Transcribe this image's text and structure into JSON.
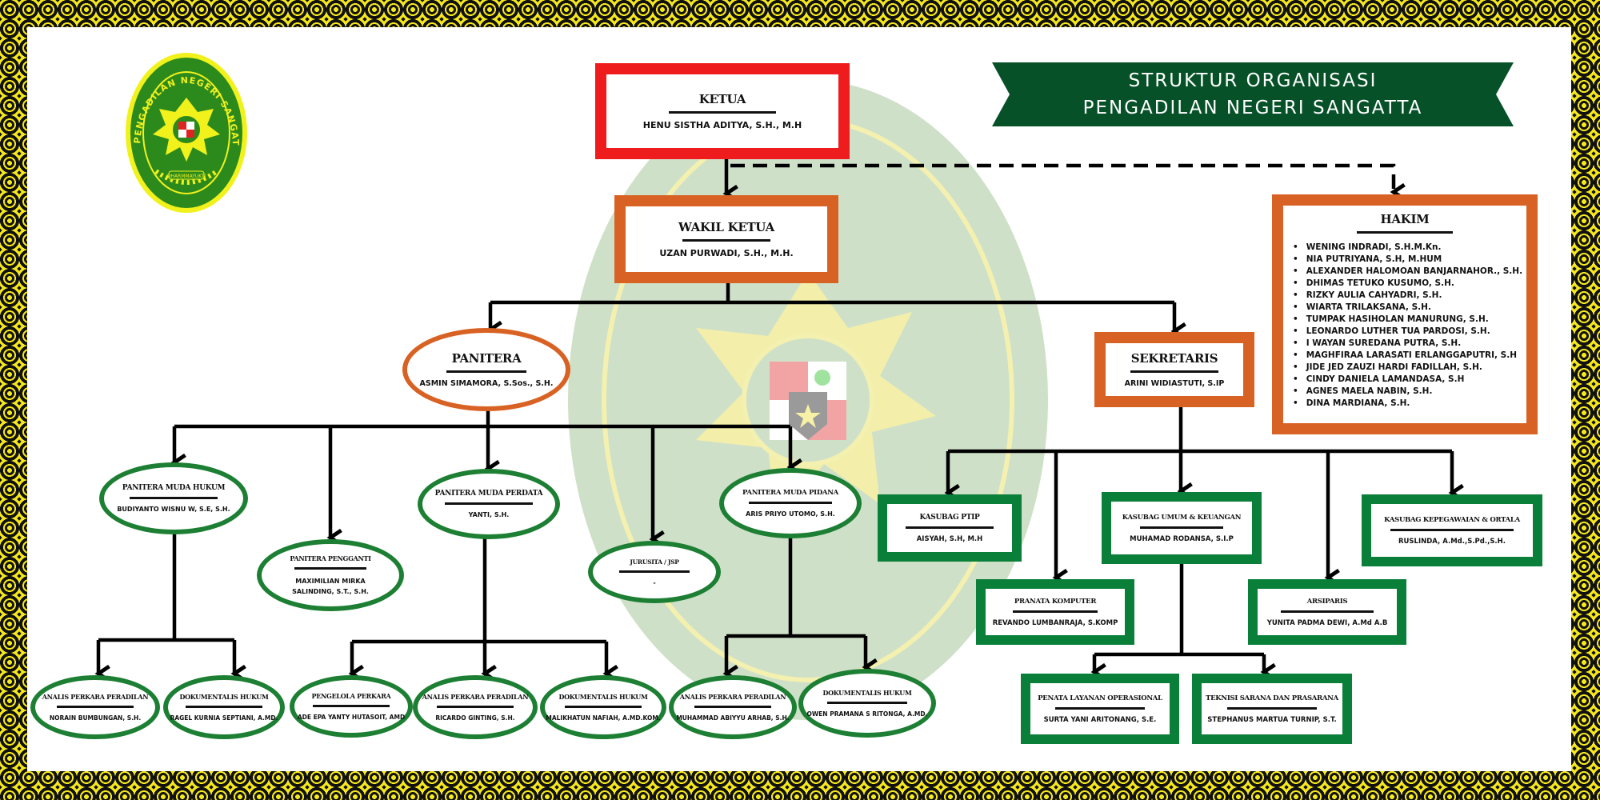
{
  "banner": {
    "line1": "STRUKTUR ORGANISASI",
    "line2": "PENGADILAN NEGERI SANGATTA",
    "color": "#065128"
  },
  "logo": {
    "arc_text": "PENGADILAN NEGERI SANGATTA",
    "motto": "DHARMMAYUKTI"
  },
  "colors": {
    "ketua_border": "#ee1c1c",
    "senior_border": "#d86224",
    "staff_border": "#0a7f3a",
    "frame_pattern": "#f5e81c"
  },
  "nodes": {
    "ketua": {
      "title": "KETUA",
      "name": "HENU SISTHA ADITYA, S.H., M.H"
    },
    "wakil_ketua": {
      "title": "WAKIL KETUA",
      "name": "UZAN PURWADI, S.H., M.H."
    },
    "hakim": {
      "title": "HAKIM",
      "members": [
        "WENING INDRADI, S.H.M.Kn.",
        "NIA PUTRIYANA, S.H, M.HUM",
        "ALEXANDER HALOMOAN BANJARNAHOR., S.H.",
        "DHIMAS TETUKO KUSUMO, S.H.",
        "RIZKY AULIA CAHYADRI, S.H.",
        "WIARTA TRILAKSANA, S.H.",
        "TUMPAK HASIHOLAN MANURUNG, S.H.",
        "LEONARDO LUTHER TUA PARDOSI, S.H.",
        "I WAYAN SUREDANA PUTRA, S.H.",
        "MAGHFIRAA LARASATI ERLANGGAPUTRI, S.H",
        "JIDE JED ZAUZI HARDI FADILLAH, S.H.",
        "CINDY DANIELA LAMANDASA, S.H",
        "AGNES MAELA NABIN, S.H.",
        "DINA MARDIANA, S.H."
      ]
    },
    "panitera": {
      "title": "PANITERA",
      "name": "ASMIN SIMAMORA, S.Sos., S.H."
    },
    "sekretaris": {
      "title": "SEKRETARIS",
      "name": "ARINI WIDIASTUTI, S.IP"
    },
    "pm_hukum": {
      "title": "PANITERA MUDA HUKUM",
      "name": "BUDIYANTO WISNU W, S.E, S.H."
    },
    "panitera_pengganti": {
      "title": "PANITERA PENGGANTI",
      "name": "MAXIMILIAN MIRKA SALINDING, S.T., S.H."
    },
    "pm_perdata": {
      "title": "PANITERA MUDA PERDATA",
      "name": "YANTI, S.H."
    },
    "jurusita": {
      "title": "JURUSITA / JSP",
      "name": "-"
    },
    "pm_pidana": {
      "title": "PANITERA MUDA PIDANA",
      "name": "ARIS PRIYO UTOMO, S.H."
    },
    "hukum_analis": {
      "title": "ANALIS PERKARA PERADILAN",
      "name": "NORAIN BUMBUNGAN, S.H."
    },
    "hukum_dok": {
      "title": "DOKUMENTALIS HUKUM",
      "name": "RAGEL KURNIA SEPTIANI, A.MD."
    },
    "perdata_pengelola": {
      "title": "PENGELOLA PERKARA",
      "name": "ADE EPA YANTY HUTASOIT, AMD"
    },
    "perdata_analis": {
      "title": "ANALIS PERKARA PERADILAN",
      "name": "RICARDO GINTING, S.H."
    },
    "perdata_dok": {
      "title": "DOKUMENTALIS HUKUM",
      "name": "MALIKHATUN NAFIAH, A.MD.KOM."
    },
    "pidana_analis": {
      "title": "ANALIS PERKARA PERADILAN",
      "name": "MUHAMMAD ABIYYU ARHAB, S.H."
    },
    "pidana_dok": {
      "title": "DOKUMENTALIS HUKUM",
      "name": "OWEN PRAMANA S RITONGA, A.MD."
    },
    "kasubag_ptip": {
      "title": "KASUBAG PTIP",
      "name": "AISYAH, S.H, M.H"
    },
    "kasubag_umum": {
      "title": "KASUBAG UMUM & KEUANGAN",
      "name": "MUHAMAD RODANSA, S.I.P"
    },
    "kasubag_kepeg": {
      "title": "KASUBAG KEPEGAWAIAN & ORTALA",
      "name": "RUSLINDA, A.Md.,S.Pd.,S.H."
    },
    "pranata_komputer": {
      "title": "PRANATA KOMPUTER",
      "name": "REVANDO LUMBANRAJA, S.KOMP"
    },
    "arsiparis": {
      "title": "ARSIPARIS",
      "name": "YUNITA PADMA DEWI, A.Md A.B"
    },
    "penata_layanan": {
      "title": "PENATA LAYANAN OPERASIONAL",
      "name": "SURTA YANI ARITONANG, S.E."
    },
    "teknisi": {
      "title": "TEKNISI SARANA DAN PRASARANA",
      "name": "STEPHANUS MARTUA TURNIP, S.T."
    }
  }
}
